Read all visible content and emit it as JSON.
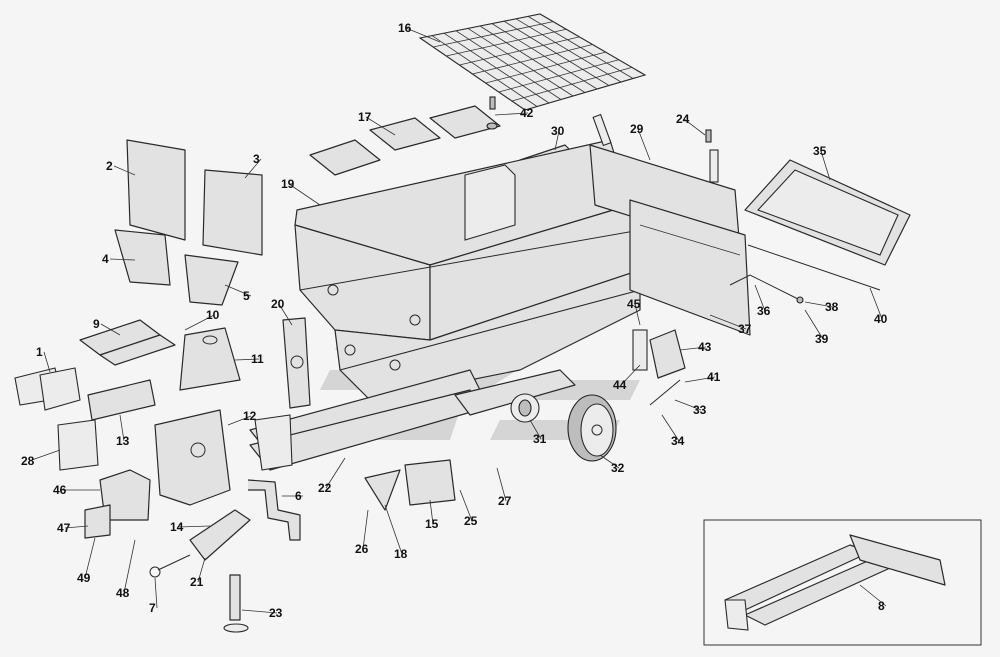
{
  "callouts": [
    "1",
    "2",
    "3",
    "4",
    "5",
    "6",
    "7",
    "8",
    "9",
    "10",
    "11",
    "12",
    "13",
    "14",
    "15",
    "16",
    "17",
    "18",
    "19",
    "20",
    "21",
    "22",
    "23",
    "24",
    "25",
    "26",
    "27",
    "28",
    "29",
    "30",
    "31",
    "32",
    "33",
    "34",
    "35",
    "36",
    "37",
    "38",
    "39",
    "40",
    "41",
    "42",
    "43",
    "44",
    "45",
    "46",
    "47",
    "48",
    "49"
  ],
  "inset": {
    "callout": "8"
  }
}
